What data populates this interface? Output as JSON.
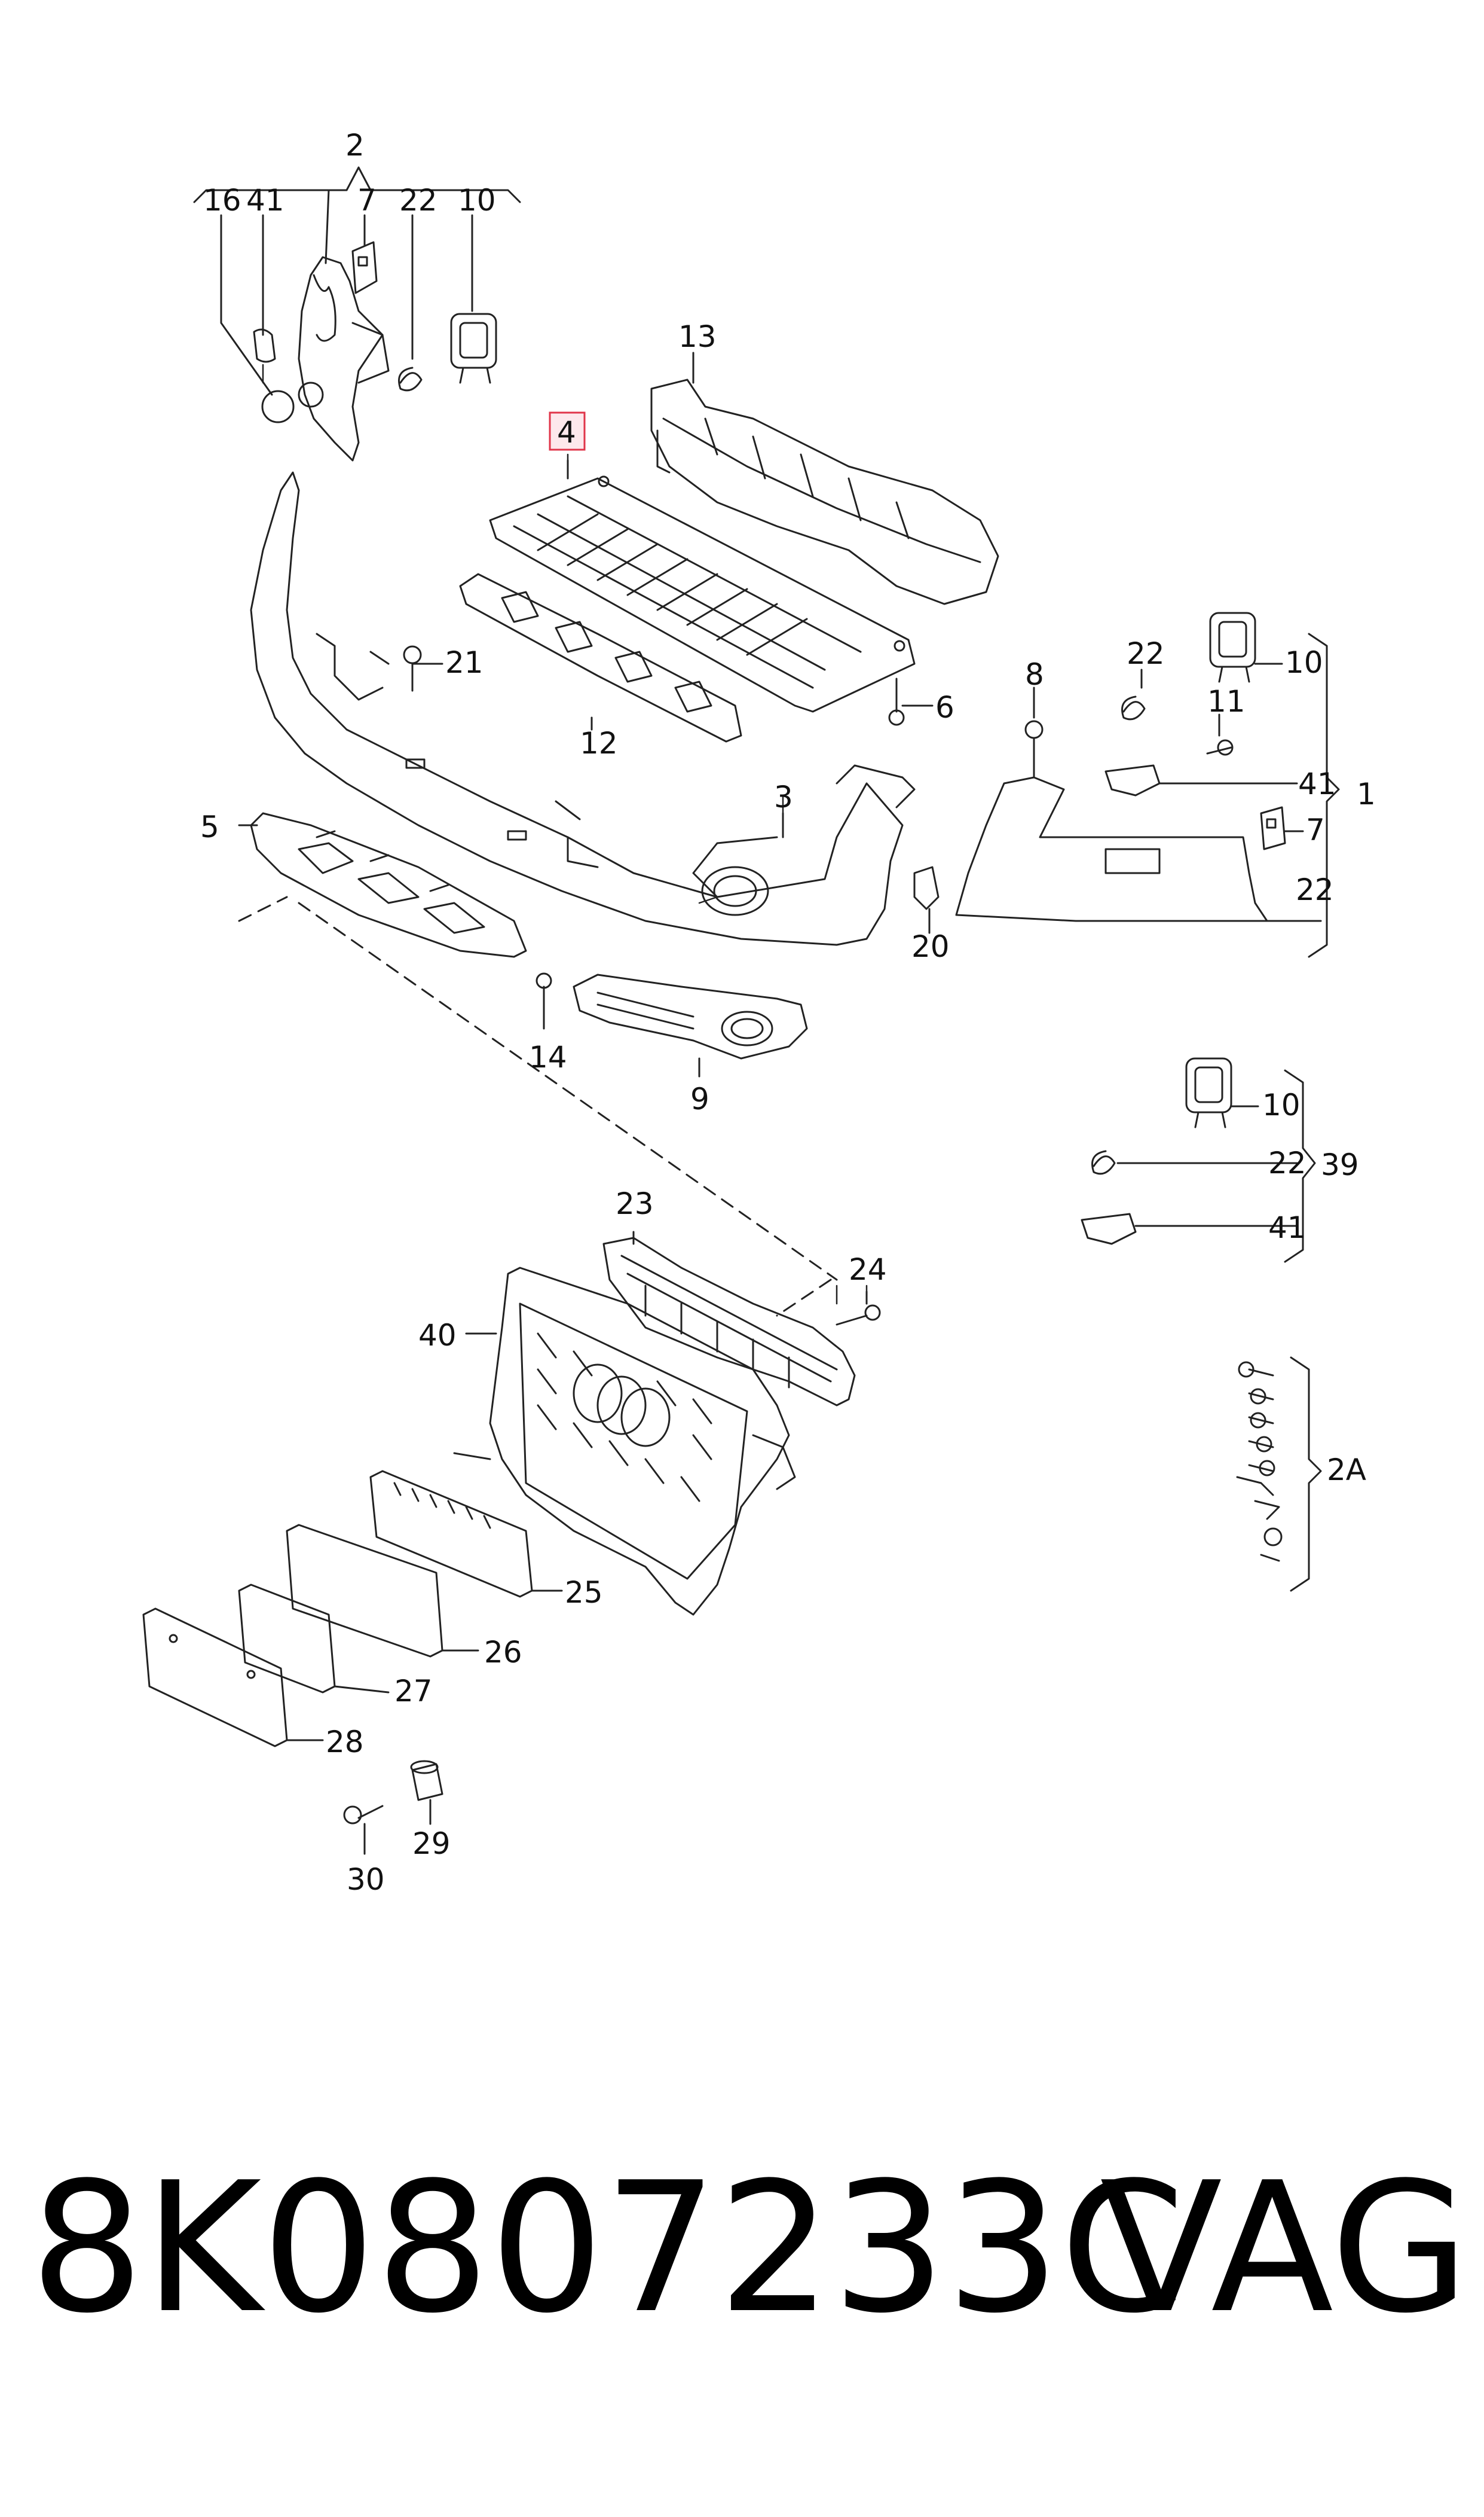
{
  "callouts": {
    "c2_top": "2",
    "c16": "16",
    "c41_top": "41",
    "c7_top": "7",
    "c22_top": "22",
    "c10_top": "10",
    "c13": "13",
    "c4": "4",
    "c21": "21",
    "c12": "12",
    "c6": "6",
    "c8": "8",
    "c22_r": "22",
    "c10_r": "10",
    "c11": "11",
    "c41_r": "41",
    "c1": "1",
    "c7_r": "7",
    "c22_r2": "22",
    "c5": "5",
    "c3": "3",
    "c20": "20",
    "c14": "14",
    "c9": "9",
    "c10_39": "10",
    "c22_39": "22",
    "c39": "39",
    "c41_39": "41",
    "c23": "23",
    "c24": "24",
    "c40": "40",
    "c2A": "2A",
    "c25": "25",
    "c26": "26",
    "c27": "27",
    "c28": "28",
    "c29": "29",
    "c30": "30"
  },
  "highlighted_callout": "4",
  "footer": {
    "part_number": "8K0807233C",
    "brand": "VAG"
  },
  "colors": {
    "line": "#222222",
    "highlight_border": "#e0354a",
    "highlight_fill": "#fde8ec"
  }
}
